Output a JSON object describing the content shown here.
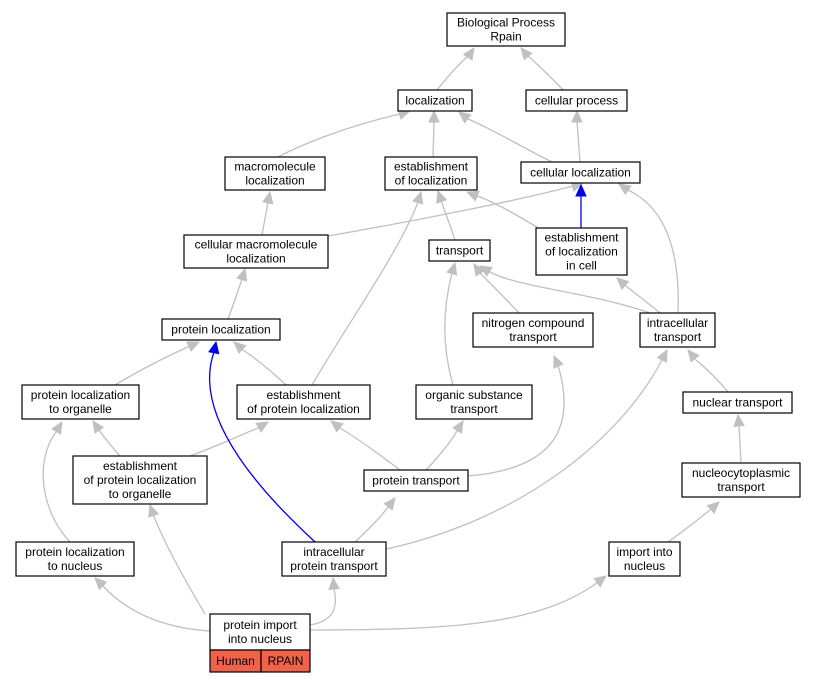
{
  "colors": {
    "edge": "#c0c0c0",
    "highlight_edge": "#0000ee",
    "tag_fill": "#f1624a"
  },
  "nodes": {
    "root": [
      "Biological Process",
      "Rpain"
    ],
    "localization": [
      "localization"
    ],
    "cellular_process": [
      "cellular process"
    ],
    "macromolecule_localization": [
      "macromolecule",
      "localization"
    ],
    "establishment_of_localization": [
      "establishment",
      "of localization"
    ],
    "cellular_localization": [
      "cellular localization"
    ],
    "cellular_macromolecule_localization": [
      "cellular macromolecule",
      "localization"
    ],
    "transport": [
      "transport"
    ],
    "establishment_of_localization_in_cell": [
      "establishment",
      "of localization",
      "in cell"
    ],
    "protein_localization": [
      "protein localization"
    ],
    "nitrogen_compound_transport": [
      "nitrogen compound",
      "transport"
    ],
    "intracellular_transport": [
      "intracellular",
      "transport"
    ],
    "protein_localization_to_organelle": [
      "protein localization",
      "to organelle"
    ],
    "establishment_of_protein_localization": [
      "establishment",
      "of protein localization"
    ],
    "organic_substance_transport": [
      "organic substance",
      "transport"
    ],
    "nuclear_transport": [
      "nuclear transport"
    ],
    "establishment_of_protein_localization_to_organelle": [
      "establishment",
      "of protein localization",
      "to organelle"
    ],
    "protein_transport": [
      "protein transport"
    ],
    "nucleocytoplasmic_transport": [
      "nucleocytoplasmic",
      "transport"
    ],
    "protein_localization_to_nucleus": [
      "protein localization",
      "to nucleus"
    ],
    "intracellular_protein_transport": [
      "intracellular",
      "protein transport"
    ],
    "import_into_nucleus": [
      "import into",
      "nucleus"
    ],
    "protein_import_into_nucleus": [
      "protein import",
      "into nucleus"
    ]
  },
  "gene_tag": {
    "species": "Human",
    "gene": "RPAIN"
  }
}
